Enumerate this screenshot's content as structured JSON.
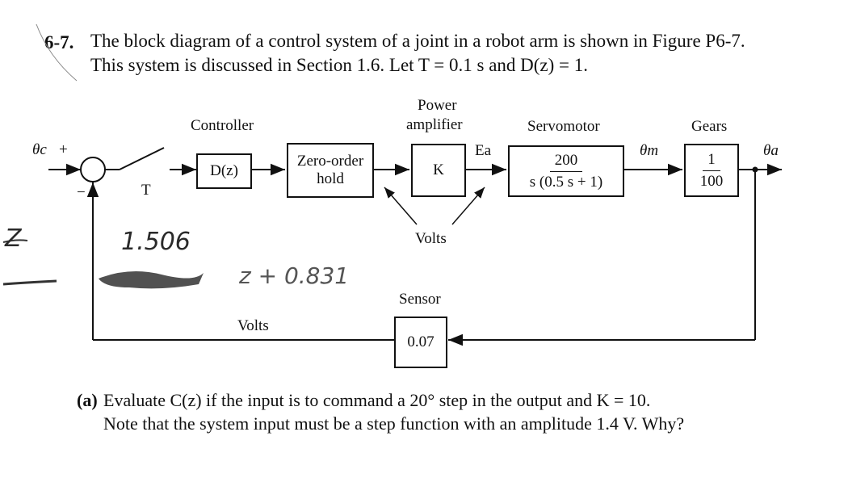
{
  "problem": {
    "number": "6-7.",
    "line1": "The block diagram of a control system of a joint in a robot arm is shown in Figure P6-7.",
    "line2": "This system is discussed in Section 1.6. Let T = 0.1 s and D(z) = 1."
  },
  "diagram": {
    "input_symbol": "θc",
    "plus_sign": "+",
    "minus_sign": "−",
    "sampler_label": "T",
    "controller_title": "Controller",
    "controller_block": "D(z)",
    "zoh_block_line1": "Zero-order",
    "zoh_block_line2": "hold",
    "amp_title_line1": "Power",
    "amp_title_line2": "amplifier",
    "amp_block": "K",
    "amp_output": "Ea",
    "volts_label": "Volts",
    "servo_title": "Servomotor",
    "servo_num": "200",
    "servo_den": "s (0.5 s + 1)",
    "theta_m": "θm",
    "gears_title": "Gears",
    "gears_num": "1",
    "gears_den": "100",
    "output_symbol": "θa",
    "sensor_title": "Sensor",
    "sensor_block": "0.07",
    "feedback_volts": "Volts"
  },
  "handwriting": {
    "margin_mark": "Z",
    "note1": "1.506",
    "note2": "z + 0.831"
  },
  "question_a": {
    "label": "(a)",
    "line1": "Evaluate C(z) if the input is to command a 20° step in the output and K = 10.",
    "line2": "Note that the system input must be a step function with an amplitude 1.4 V. Why?"
  }
}
